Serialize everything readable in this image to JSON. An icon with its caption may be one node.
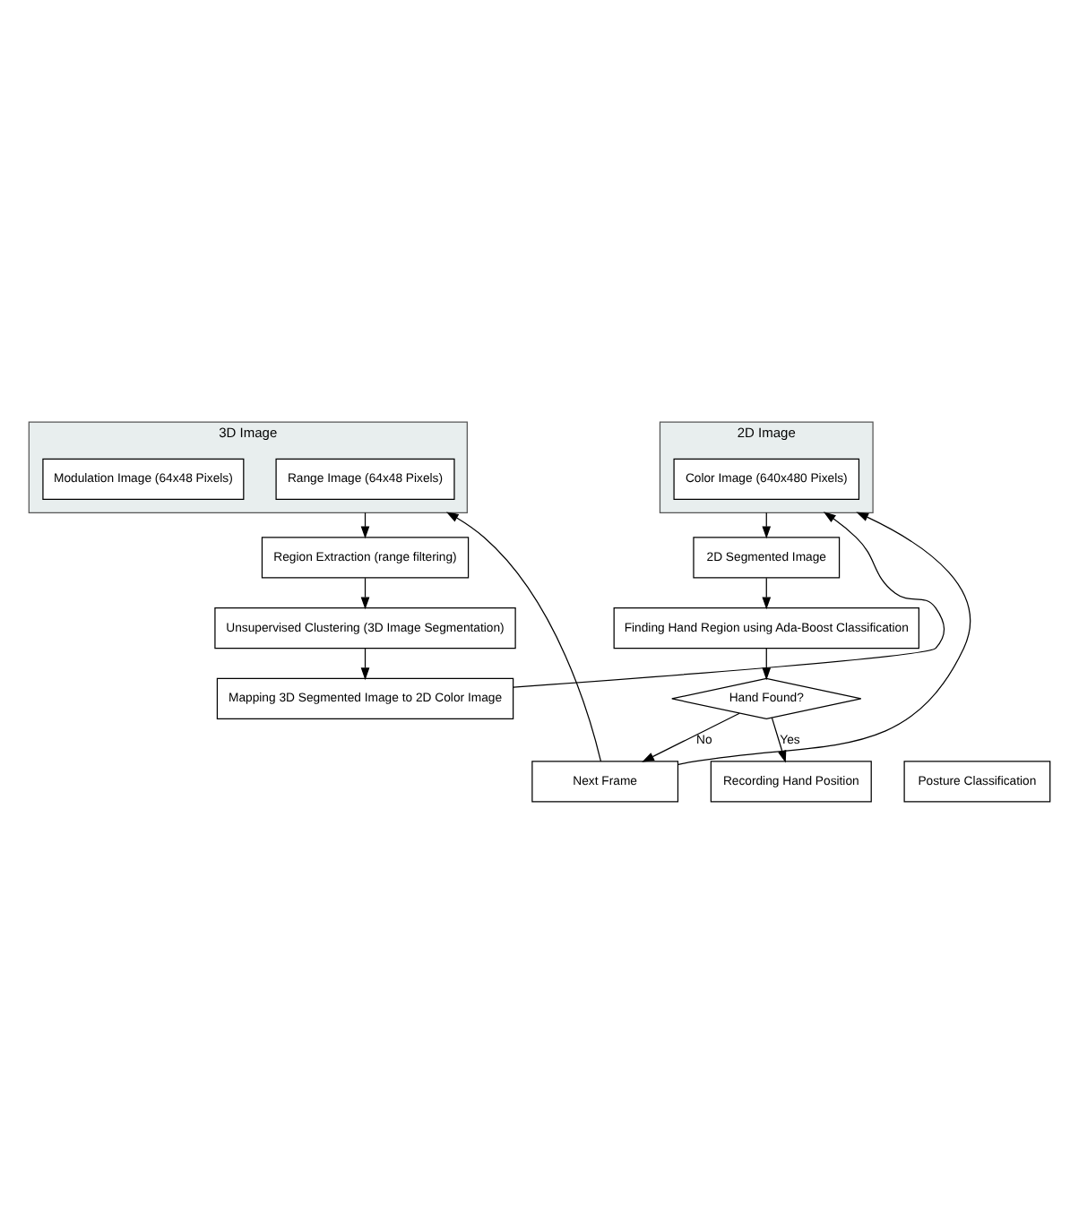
{
  "diagram": {
    "nodes": [
      {
        "text": [
          "3D Image"
        ]
      },
      {
        "text": [
          "Range Image (64x48 Pixels)"
        ],
        "in": 0
      },
      {
        "text": [
          "Modulation Image (64x48 Pixels)"
        ],
        "in": 0
      },
      {
        "text": [
          "Region Extraction (range filtering)"
        ]
      },
      {
        "text": [
          "Unsupervised Clustering (3D Image Segmentation)"
        ]
      },
      {
        "text": [
          "2D Image"
        ]
      },
      {
        "text": [
          "Color Image (640x480 Pixels)"
        ],
        "in": 5
      },
      {
        "text": [
          "Mapping 3D Segmented Image to 2D Color Image"
        ]
      },
      {
        "text": [
          "2D Segmented Image"
        ]
      },
      {
        "text": [
          "Finding Hand Region using Ada-Boost Classification"
        ]
      },
      {
        "text": [
          "Hand Found?"
        ]
      },
      {
        "text": [
          "Posture Classification"
        ]
      },
      {
        "text": [
          "Recording Hand Position"
        ]
      },
      {
        "text": [
          "Next Frame"
        ]
      }
    ],
    "edges": [
      {
        "from": 0,
        "to": 3,
        "arrow": "to"
      },
      {
        "from": 3,
        "to": 4,
        "arrow": "to"
      },
      {
        "from": 4,
        "to": 7,
        "arrow": "to"
      },
      {
        "from": 7,
        "to": 5,
        "arrow": "to"
      },
      {
        "from": 5,
        "to": 8,
        "arrow": "to"
      },
      {
        "from": 8,
        "to": 9,
        "arrow": "to"
      },
      {
        "from": 9,
        "to": 10,
        "arrow": "to"
      },
      {
        "from": 10,
        "to": 12,
        "label": "Yes",
        "arrow": "to"
      },
      {
        "from": 10,
        "to": 13,
        "label": "No",
        "arrow": "to"
      },
      {
        "from": 13,
        "to": 0,
        "arrow": "to"
      },
      {
        "from": 13,
        "to": 5,
        "arrow": "to"
      }
    ]
  }
}
